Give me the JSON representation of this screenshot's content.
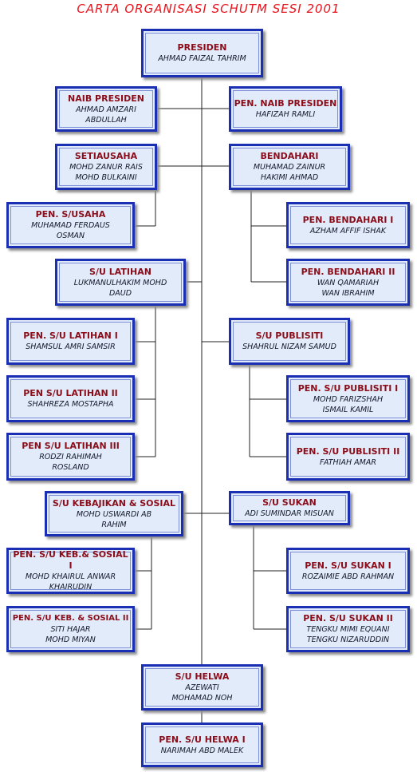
{
  "title": "CARTA ORGANISASI SCHUTM SESI 2001",
  "colors": {
    "title": "#e8141c",
    "box_border": "#1a2fb3",
    "box_fill": "#e2ebf9",
    "position_text": "#8b0d1a",
    "name_text": "#14182e",
    "connector": "#222222"
  },
  "nodes": [
    {
      "id": "presiden",
      "title": "PRESIDEN",
      "names": [
        "AHMAD FAIZAL TAHRIM"
      ]
    },
    {
      "id": "naib-presiden",
      "title": "NAIB PRESIDEN",
      "names": [
        "AHMAD AMZARI",
        "ABDULLAH"
      ]
    },
    {
      "id": "pen-naib-presiden",
      "title": "PEN. NAIB PRESIDEN",
      "names": [
        "HAFIZAH RAMLI"
      ]
    },
    {
      "id": "setiausaha",
      "title": "SETIAUSAHA",
      "names": [
        "MOHD ZANUR RAIS",
        "MOHD BULKAINI"
      ]
    },
    {
      "id": "bendahari",
      "title": "BENDAHARI",
      "names": [
        "MUHAMAD ZAINUR",
        "HAKIMI AHMAD"
      ]
    },
    {
      "id": "pen-setiausaha",
      "title": "PEN.  S/USAHA",
      "names": [
        "MUHAMAD FERDAUS",
        "OSMAN"
      ]
    },
    {
      "id": "pen-bendahari-1",
      "title": "PEN. BENDAHARI I",
      "names": [
        "AZHAM AFFIF ISHAK"
      ]
    },
    {
      "id": "su-latihan",
      "title": "S/U LATIHAN",
      "names": [
        "LUKMANULHAKIM MOHD",
        "DAUD"
      ]
    },
    {
      "id": "pen-bendahari-2",
      "title": "PEN. BENDAHARI II",
      "names": [
        "WAN QAMARIAH",
        "WAN IBRAHIM"
      ]
    },
    {
      "id": "pen-su-latihan-1",
      "title": "PEN. S/U LATIHAN I",
      "names": [
        "SHAMSUL AMRI SAMSIR"
      ]
    },
    {
      "id": "su-publisiti",
      "title": "S/U PUBLISITI",
      "names": [
        "SHAHRUL NIZAM SAMUD"
      ]
    },
    {
      "id": "pen-su-latihan-2",
      "title": "PEN S/U LATIHAN II",
      "names": [
        "SHAHREZA MOSTAPHA"
      ]
    },
    {
      "id": "pen-su-publisiti-1",
      "title": "PEN. S/U PUBLISITI I",
      "names": [
        "MOHD FARIZSHAH",
        "ISMAIL KAMIL"
      ]
    },
    {
      "id": "pen-su-latihan-3",
      "title": "PEN S/U LATIHAN III",
      "names": [
        "RODZI RAHIMAH",
        "ROSLAND"
      ]
    },
    {
      "id": "pen-su-publisiti-2",
      "title": "PEN. S/U PUBLISITI II",
      "names": [
        "FATHIAH AMAR"
      ]
    },
    {
      "id": "su-kebajikan-sosial",
      "title": "S/U KEBAJIKAN & SOSIAL",
      "names": [
        "MOHD USWARDI AB",
        "RAHIM"
      ]
    },
    {
      "id": "su-sukan",
      "title": "S/U SUKAN",
      "names": [
        "ADI SUMINDAR MISUAN"
      ]
    },
    {
      "id": "pen-su-keb-sosial-1",
      "title": "PEN. S/U KEB.& SOSIAL I",
      "names": [
        "MOHD KHAIRUL ANWAR",
        "KHAIRUDIN"
      ]
    },
    {
      "id": "pen-su-sukan-1",
      "title": "PEN.  S/U SUKAN I",
      "names": [
        "ROZAIMIE ABD RAHMAN"
      ]
    },
    {
      "id": "pen-su-keb-sosial-2",
      "title": "PEN. S/U KEB. & SOSIAL II",
      "names": [
        "SITI  HAJAR",
        "MOHD MIYAN"
      ]
    },
    {
      "id": "pen-su-sukan-2",
      "title": "PEN. S/U SUKAN II",
      "names": [
        "TENGKU MIMI EQUANI",
        "TENGKU NIZARUDDIN"
      ]
    },
    {
      "id": "su-helwa",
      "title": "S/U HELWA",
      "names": [
        "AZEWATI",
        "MOHAMAD NOH"
      ]
    },
    {
      "id": "pen-su-helwa-1",
      "title": "PEN. S/U HELWA I",
      "names": [
        "NARIMAH ABD MALEK"
      ]
    }
  ]
}
